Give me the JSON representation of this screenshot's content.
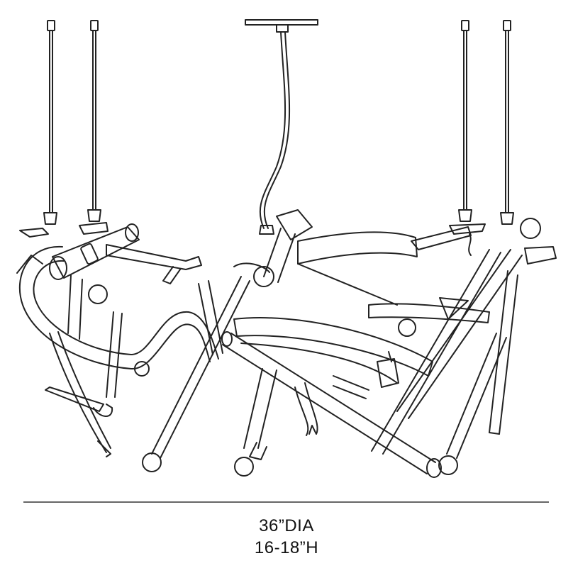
{
  "diagram": {
    "caption": {
      "diameter": "36”DIA",
      "height": "16-18”H"
    },
    "colors": {
      "line": "#222222",
      "background": "#ffffff"
    },
    "components": {
      "suspension_cables": 4,
      "center_canopy": 1,
      "bulbs": 8
    }
  }
}
